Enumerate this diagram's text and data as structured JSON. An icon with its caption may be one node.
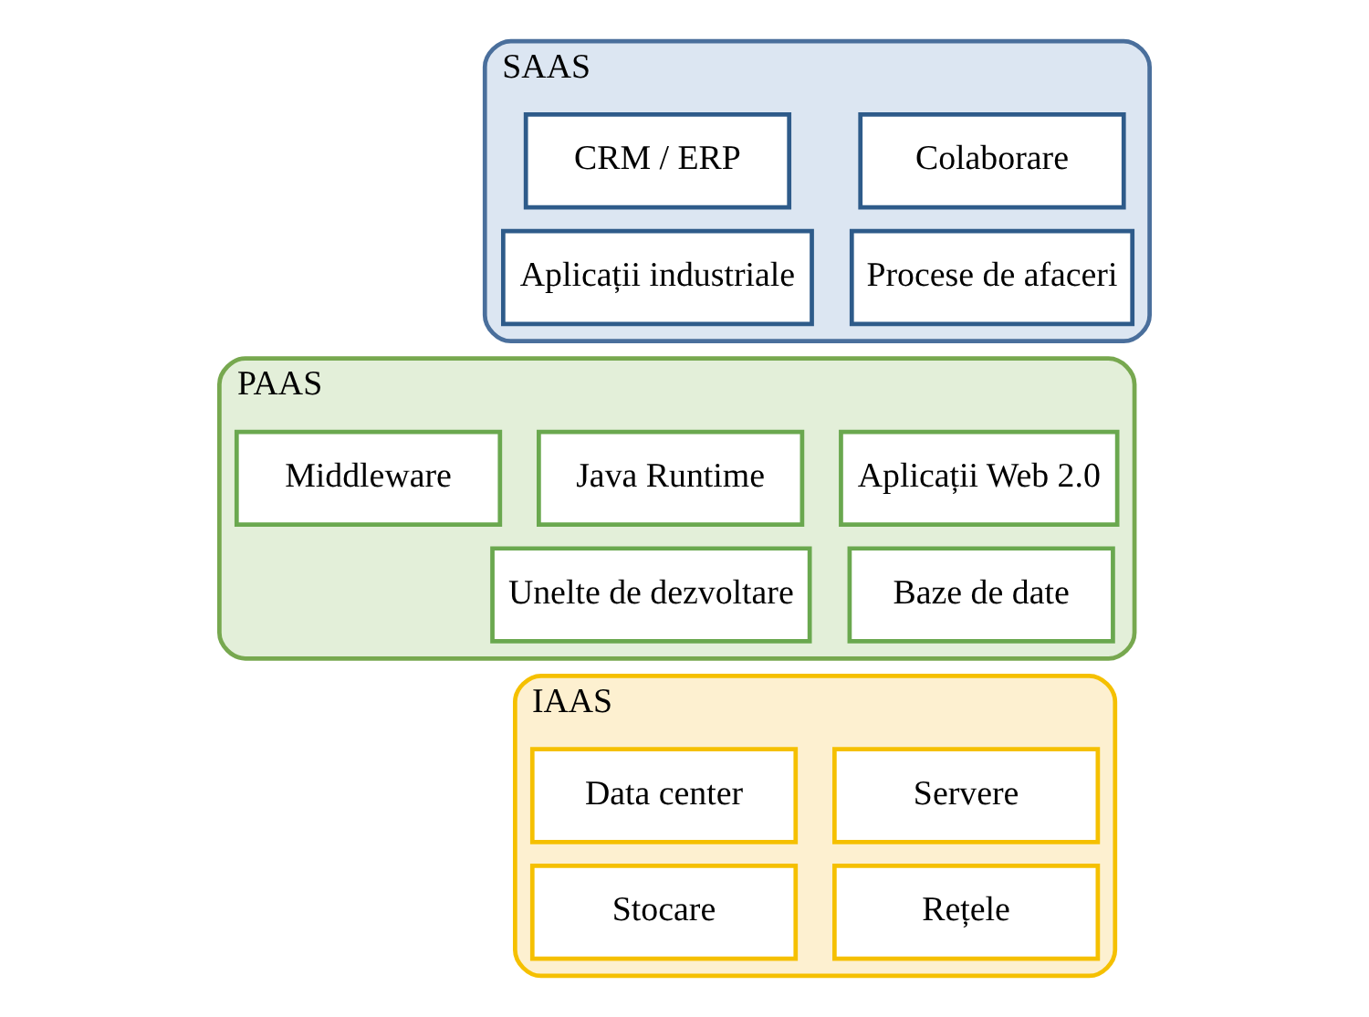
{
  "diagram": {
    "nodes": [
      {
        "text": [
          "SAAS"
        ]
      },
      {
        "text": [
          "Colaborare"
        ],
        "in": 0
      },
      {
        "text": [
          "CRM / ERP"
        ],
        "in": 0
      },
      {
        "text": [
          "Procese de afaceri"
        ],
        "in": 0
      },
      {
        "text": [
          "Aplicații industriale"
        ],
        "in": 0
      },
      {
        "text": [
          "PAAS"
        ]
      },
      {
        "text": [
          "Aplicații Web 2.0"
        ],
        "in": 5
      },
      {
        "text": [
          "Java Runtime"
        ],
        "in": 5
      },
      {
        "text": [
          "Middleware"
        ],
        "in": 5
      },
      {
        "text": [
          "Baze de date"
        ],
        "in": 5
      },
      {
        "text": [
          "Unelte de dezvoltare"
        ],
        "in": 5
      },
      {
        "text": [
          "IAAS"
        ]
      },
      {
        "text": [
          "Servere"
        ],
        "in": 11
      },
      {
        "text": [
          "Data center"
        ],
        "in": 11
      },
      {
        "text": [
          "Rețele"
        ],
        "in": 11
      },
      {
        "text": [
          "Stocare"
        ],
        "in": 11
      }
    ]
  }
}
